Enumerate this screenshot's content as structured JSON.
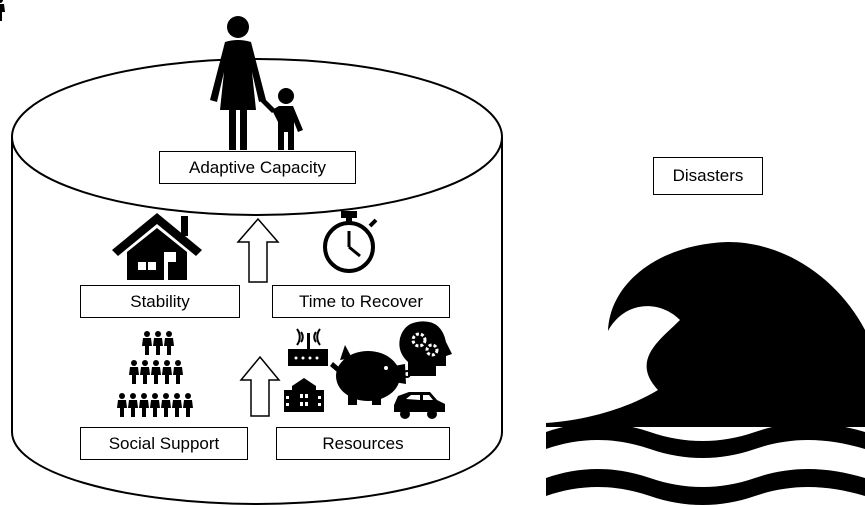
{
  "labels": {
    "adaptive_capacity": "Adaptive Capacity",
    "stability": "Stability",
    "time_to_recover": "Time to Recover",
    "social_support": "Social Support",
    "resources": "Resources",
    "disasters": "Disasters"
  },
  "icons": {
    "top": "parent-child-icon",
    "house": "house-icon",
    "stopwatch": "stopwatch-icon",
    "community": "people-group-icon",
    "router": "wifi-router-icon",
    "school": "school-building-icon",
    "piggy_bank": "piggy-bank-icon",
    "brain": "head-gears-icon",
    "car": "car-icon",
    "wave": "wave-icon"
  },
  "colors": {
    "ink": "#000000",
    "background": "#ffffff"
  }
}
